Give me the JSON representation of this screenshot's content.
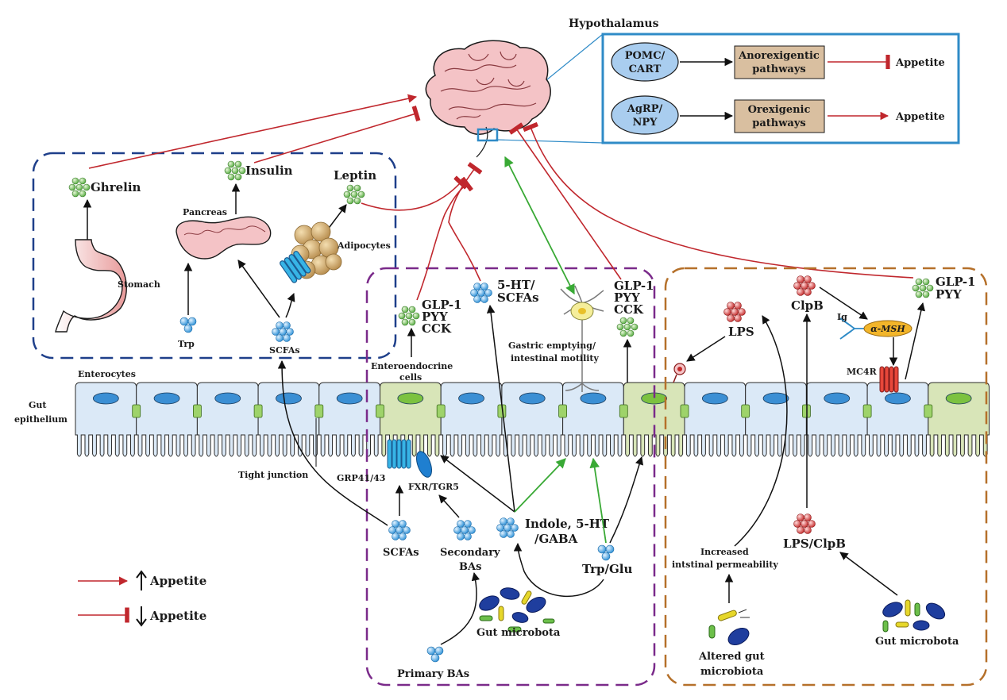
{
  "colors": {
    "blue_box": "#1e3f8a",
    "purple_box": "#7a2a8a",
    "orange_box": "#b5702a",
    "hypo_box": "#2f8bc7",
    "increase_arrow": "#c0272d",
    "green_arrow": "#39a935",
    "cell_blue": "#dbe9f7",
    "cell_green": "#d8e5b8",
    "nucleus_blue": "#3b8fd4",
    "nucleus_green": "#7cc240"
  },
  "hypothalamus": {
    "title": "Hypothalamus",
    "row1": {
      "oval_line1": "POMC/",
      "oval_line2": "CART",
      "box_line1": "Anorexigentic",
      "box_line2": "pathways",
      "result": "Appetite"
    },
    "row2": {
      "oval_line1": "AgRP/",
      "oval_line2": "NPY",
      "box_line1": "Orexigenic",
      "box_line2": "pathways",
      "result": "Appetite"
    }
  },
  "left_panel": {
    "ghrelin": "Ghrelin",
    "stomach": "Stomach",
    "insulin": "Insulin",
    "pancreas": "Pancreas",
    "leptin": "Leptin",
    "adipocytes": "Adipocytes",
    "trp": "Trp",
    "scfas": "SCFAs"
  },
  "epithelium": {
    "enterocytes": "Enterocytes",
    "gut_epithelium_line1": "Gut",
    "gut_epithelium_line2": "epithelium",
    "tight_junction": "Tight junction",
    "grp": "GRP41/43",
    "fxr": "FXR/TGR5",
    "enteroendocrine_line1": "Enteroendocrine",
    "enteroendocrine_line2": "cells"
  },
  "middle_panel": {
    "glp1_left": [
      "GLP-1",
      "PYY",
      "CCK"
    ],
    "ht_scfas": [
      "5-HT/",
      "SCFAs"
    ],
    "glp1_right": [
      "GLP-1",
      "PYY",
      "CCK"
    ],
    "gastric_line1": "Gastric emptying/",
    "gastric_line2": "intestinal motility",
    "scfas": "SCFAs",
    "secondary_line1": "Secondary",
    "secondary_line2": "BAs",
    "indole_line1": "Indole, 5-HT",
    "indole_line2": "/GABA",
    "trp_glu": "Trp/Glu",
    "gut_microbota": "Gut microbota",
    "primary_bas": "Primary BAs"
  },
  "right_panel": {
    "lps": "LPS",
    "clpb": "ClpB",
    "ig": "Ig",
    "amsh": "α-MSH",
    "mc4r": "MC4R",
    "glp1": [
      "GLP-1",
      "PYY"
    ],
    "increased_line1": "Increased",
    "increased_line2": "intstinal permeability",
    "lps_clpb": "LPS/ClpB",
    "altered_line1": "Altered gut",
    "altered_line2": "microbiota",
    "gut_microbota": "Gut microbota"
  },
  "legend": {
    "increase": "Appetite",
    "decrease": "Appetite"
  }
}
